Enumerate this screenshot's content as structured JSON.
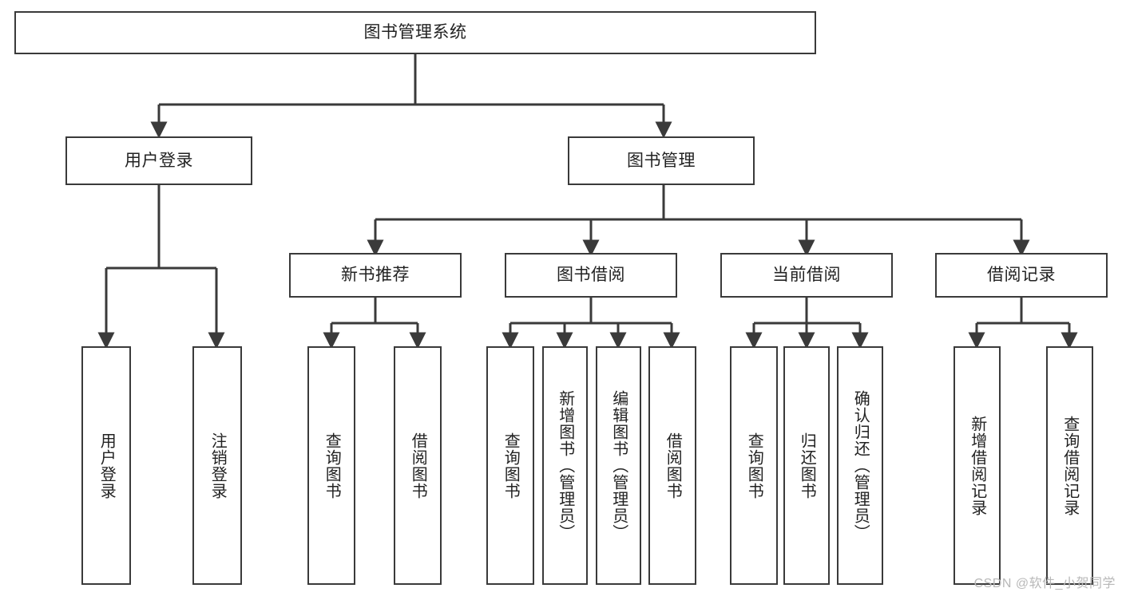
{
  "diagram": {
    "title": "图书管理系统",
    "type": "tree",
    "watermark": "CSDN @软件_小贺同学",
    "colors": {
      "background": "#ffffff",
      "box_border": "#3a3a3a",
      "box_fill": "#ffffff",
      "text": "#222222",
      "connector": "#3a3a3a",
      "watermark": "#b8b8b8"
    },
    "root": {
      "label": "图书管理系统"
    },
    "level1": [
      {
        "label": "用户登录"
      },
      {
        "label": "图书管理"
      }
    ],
    "level2": [
      {
        "label": "新书推荐"
      },
      {
        "label": "图书借阅"
      },
      {
        "label": "当前借阅"
      },
      {
        "label": "借阅记录"
      }
    ],
    "leaves": {
      "user_login": [
        {
          "label": "用户登录"
        },
        {
          "label": "注销登录"
        }
      ],
      "new_book_recommend": [
        {
          "label": "查询图书"
        },
        {
          "label": "借阅图书"
        }
      ],
      "book_borrow": [
        {
          "label": "查询图书"
        },
        {
          "label": "新增图书（管理员）"
        },
        {
          "label": "编辑图书（管理员）"
        },
        {
          "label": "借阅图书"
        }
      ],
      "current_borrow": [
        {
          "label": "查询图书"
        },
        {
          "label": "归还图书"
        },
        {
          "label": "确认归还（管理员）"
        }
      ],
      "borrow_record": [
        {
          "label": "新增借阅记录"
        },
        {
          "label": "查询借阅记录"
        }
      ]
    }
  }
}
